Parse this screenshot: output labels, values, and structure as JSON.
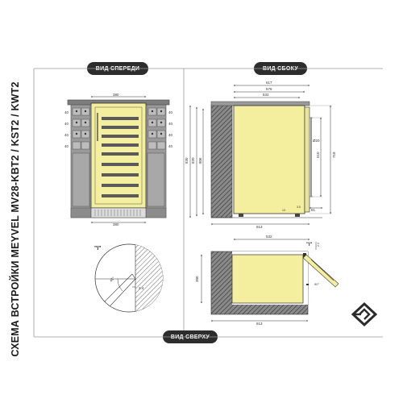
{
  "title": "СХЕМА ВСТРОЙКИ MEYVEL MV28-KBT2 / KST2 / KWT2",
  "views": {
    "front": "ВИД СПЕРЕДИ",
    "side": "ВИД СБОКУ",
    "top": "ВИД СВЕРХУ"
  },
  "front": {
    "top_width": "380",
    "bottom_width": "380",
    "left_heights": [
      "40",
      "40",
      "40",
      "40"
    ],
    "right_heights": [
      "40",
      "40",
      "40",
      "40"
    ]
  },
  "side": {
    "depth_617": "617",
    "depth_576": "576",
    "depth_532": "532",
    "bottom_613": "613",
    "height_830": "830",
    "height_820": "820",
    "height_806": "806",
    "inner_510": "510",
    "total_718": "718",
    "handle_diameter": "Ø20",
    "base_depth": "81",
    "small_a": "3.5",
    "small_b": "13"
  },
  "detail": {
    "label": "\"I\"",
    "offset": "2.4",
    "angle": "45°"
  },
  "top": {
    "label": "\"I\"",
    "depth_532": "532",
    "width_380": "380",
    "bottom_613": "613",
    "gap": "2.4",
    "angle": "90°"
  },
  "colors": {
    "cabinet": "#f4ef9f",
    "wall_hatch": "#666666",
    "furniture": "#9a9a9a",
    "label_bg": "#2d2d2d"
  },
  "logo_icon": "meyvel-logo-icon"
}
